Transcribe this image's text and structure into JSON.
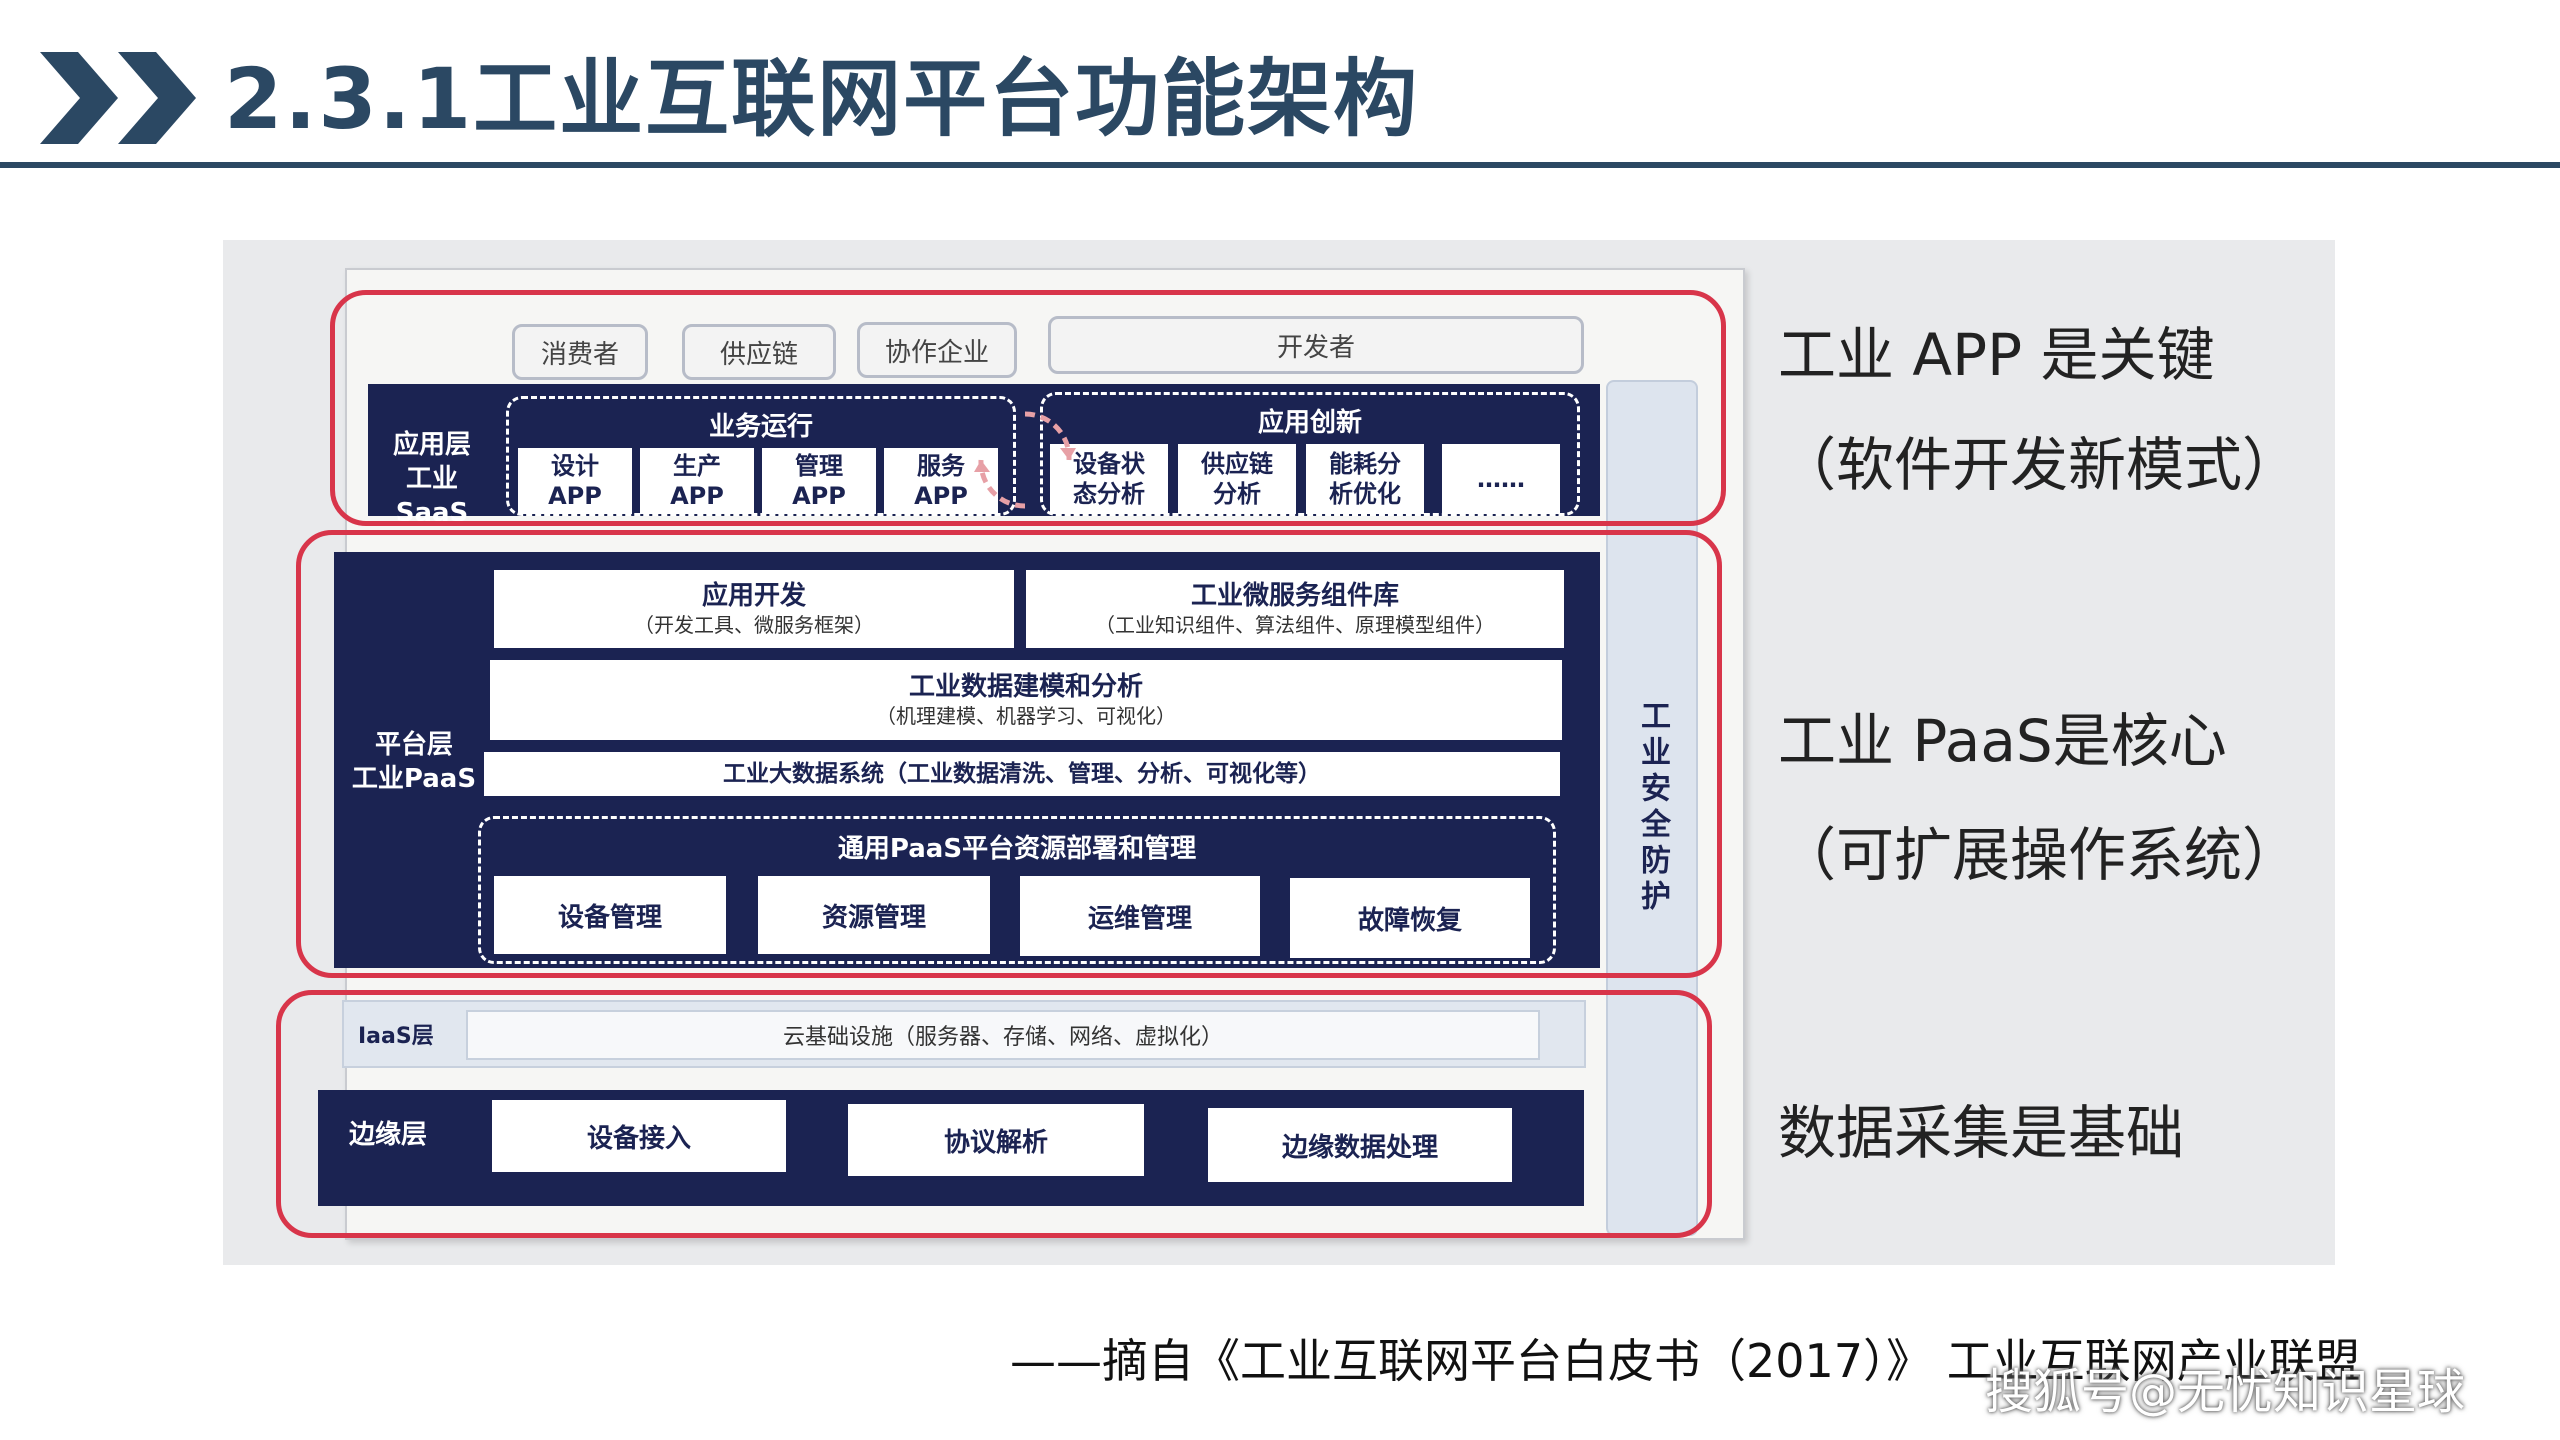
{
  "header": {
    "title": "2.3.1工业互联网平台功能架构"
  },
  "diagram": {
    "consumers": [
      "消费者",
      "供应链",
      "协作企业"
    ],
    "developer": "开发者",
    "saas": {
      "label": "应用层\n工业SaaS",
      "business_title": "业务运行",
      "business_apps": [
        "设计\nAPP",
        "生产\nAPP",
        "管理\nAPP",
        "服务\nAPP"
      ],
      "innovation_title": "应用创新",
      "innovation_apps": [
        "设备状\n态分析",
        "供应链\n分析",
        "能耗分\n析优化",
        "……"
      ]
    },
    "paas": {
      "label": "平台层\n工业PaaS",
      "app_dev": {
        "title": "应用开发",
        "sub": "（开发工具、微服务框架）"
      },
      "microservice": {
        "title": "工业微服务组件库",
        "sub": "（工业知识组件、算法组件、原理模型组件）"
      },
      "modeling": {
        "title": "工业数据建模和分析",
        "sub": "（机理建模、机器学习、可视化）"
      },
      "bigdata": "工业大数据系统（工业数据清洗、管理、分析、可视化等）",
      "general_title": "通用PaaS平台资源部署和管理",
      "general_items": [
        "设备管理",
        "资源管理",
        "运维管理",
        "故障恢复"
      ]
    },
    "iaas": {
      "label": "IaaS层",
      "content": "云基础设施（服务器、存储、网络、虚拟化）"
    },
    "edge": {
      "label": "边缘层",
      "items": [
        "设备接入",
        "协议解析",
        "边缘数据处理"
      ]
    },
    "security": "工业安全防护"
  },
  "side_notes": [
    "工业 APP 是关键",
    "（软件开发新模式）",
    "工业 PaaS是核心",
    "（可扩展操作系统）",
    "数据采集是基础"
  ],
  "caption": "——摘自《工业互联网平台白皮书（2017）》  工业互联网产业联盟",
  "watermark": "搜狐号@无忧知识星球",
  "colors": {
    "title": "#2b4863",
    "navy": "#1b2352",
    "highlight": "#d8354a"
  }
}
